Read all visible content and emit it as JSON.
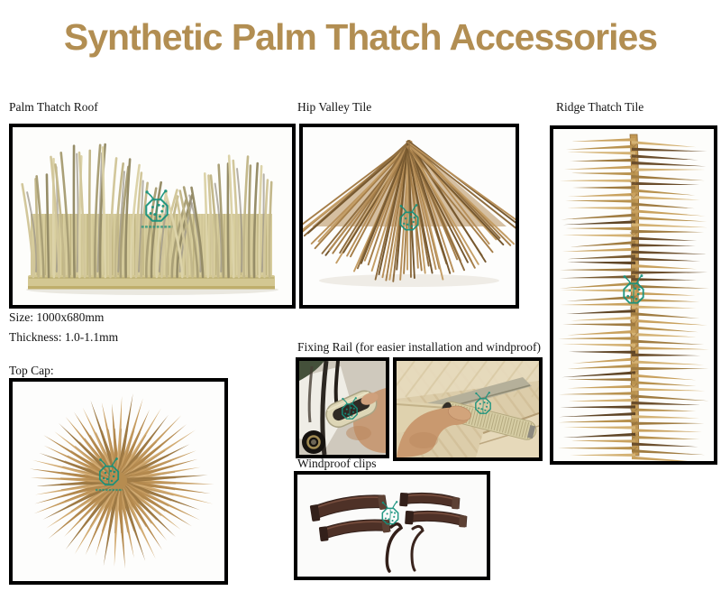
{
  "title": {
    "text": "Synthetic Palm Thatch Accessories"
  },
  "colors": {
    "title_gold": "#b28e52",
    "label_ink": "#141414",
    "frame_black": "#000000",
    "logo_teal": "#13917c",
    "thatch_khaki": "#d6cc9e",
    "thatch_tan": "#c9a25f",
    "clip_brown": "#4e3127"
  },
  "products": {
    "palm_roof": {
      "label": "Palm Thatch Roof",
      "spec_size": "Size: 1000x680mm",
      "spec_thickness": "Thickness: 1.0-1.1mm"
    },
    "hip_valley": {
      "label": "Hip Valley Tile"
    },
    "ridge_tile": {
      "label": "Ridge Thatch Tile"
    },
    "top_cap": {
      "label": "Top Cap:"
    },
    "fixing_rail": {
      "label": "Fixing Rail (for easier installation and windproof)"
    },
    "windproof_clips": {
      "label": "Windproof clips"
    }
  },
  "watermark": {
    "icon": "ladybug-logo"
  }
}
